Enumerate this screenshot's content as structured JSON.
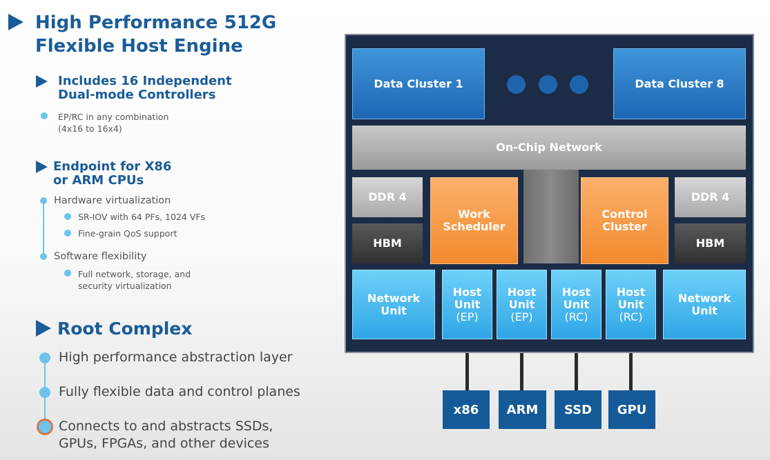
{
  "title": {
    "line1": "High Performance 512G",
    "line2": "Flexible Host Engine"
  },
  "section1": {
    "heading_line1": "Includes 16 Independent",
    "heading_line2": "Dual-mode Controllers",
    "bullet1_line1": "EP/RC in any combination",
    "bullet1_line2": "(4x16 to 16x4)"
  },
  "section2": {
    "heading_line1": "Endpoint for X86",
    "heading_line2": "or ARM CPUs",
    "item1": "Hardware virtualization",
    "item1_sub1": "SR-IOV with 64 PFs, 1024 VFs",
    "item1_sub2": "Fine-grain QoS support",
    "item2": "Software flexibility",
    "item2_sub1_line1": "Full network, storage, and",
    "item2_sub1_line2": "security virtualization"
  },
  "section3": {
    "heading": "Root Complex",
    "item1": "High performance abstraction layer",
    "item2": "Fully flexible data and control planes",
    "item3_line1": "Connects to and abstracts SSDs,",
    "item3_line2": "GPUs, FPGAs, and other devices"
  },
  "diagram": {
    "data_cluster_1": "Data Cluster 1",
    "data_cluster_8": "Data Cluster 8",
    "on_chip_network": "On-Chip Network",
    "ddr_left": "DDR 4",
    "ddr_right": "DDR 4",
    "hbm_left": "HBM",
    "hbm_right": "HBM",
    "work_scheduler_line1": "Work",
    "work_scheduler_line2": "Scheduler",
    "control_cluster_line1": "Control",
    "control_cluster_line2": "Cluster",
    "network_unit_line1": "Network",
    "network_unit_line2": "Unit",
    "host_unit_line1": "Host",
    "host_unit_line2": "Unit",
    "host_ep": "(EP)",
    "host_rc": "(RC)",
    "ext_x86": "x86",
    "ext_arm": "ARM",
    "ext_ssd": "SSD",
    "ext_gpu": "GPU"
  },
  "colors": {
    "heading_blue": "#1a5c98",
    "bullet_blue": "#6ec3ec",
    "chip_bg": "#1d2c46",
    "orange": "#f28a2e"
  },
  "icons": [
    "play-triangle-icon"
  ]
}
